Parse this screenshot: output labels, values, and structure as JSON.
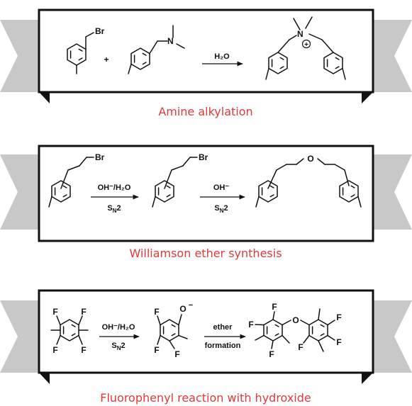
{
  "colors": {
    "ribbon": "#c8c8c8",
    "panel_border": "#111111",
    "caption": "#e03a3a",
    "ink": "#111111"
  },
  "panels": [
    {
      "caption": "Amine alkylation",
      "reactant_1": {
        "atoms": {
          "br": "Br"
        }
      },
      "plus": "+",
      "reactant_2": {
        "atoms": {
          "n": "N"
        }
      },
      "arrow_1": {
        "above": "H₂O",
        "below": ""
      },
      "product": {
        "atoms": {
          "n": "N",
          "plus": "+"
        }
      }
    },
    {
      "caption": "Williamson ether synthesis",
      "reactant": {
        "atoms": {
          "br": "Br"
        }
      },
      "arrow_1": {
        "above": "OH⁻/H₂O",
        "below": "SN2"
      },
      "intermediate": {
        "atoms": {
          "br": "Br"
        }
      },
      "arrow_2": {
        "above": "OH⁻",
        "below": "SN2"
      },
      "product": {
        "atoms": {
          "o": "O"
        }
      }
    },
    {
      "caption": "Fluorophenyl reaction with hydroxide",
      "reactant": {
        "atoms": {
          "f": "F"
        }
      },
      "arrow_1": {
        "above": "OH⁻/H₂O",
        "below": "SN2"
      },
      "intermediate": {
        "atoms": {
          "f": "F",
          "o": "O",
          "charge": "−"
        }
      },
      "arrow_2": {
        "above": "ether",
        "below": "formation"
      },
      "product": {
        "atoms": {
          "f": "F",
          "o": "O"
        }
      }
    }
  ]
}
